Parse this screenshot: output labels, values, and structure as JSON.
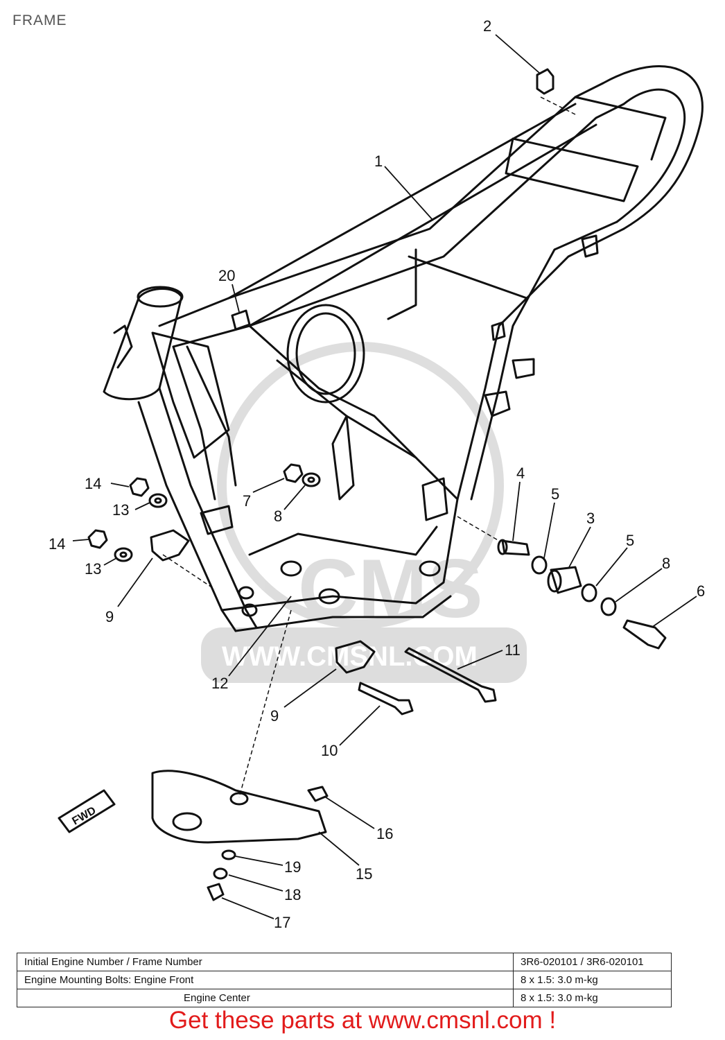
{
  "header": {
    "title": "FRAME"
  },
  "callouts": [
    {
      "num": "2"
    },
    {
      "num": "1"
    },
    {
      "num": "20"
    },
    {
      "num": "4"
    },
    {
      "num": "5"
    },
    {
      "num": "3"
    },
    {
      "num": "5"
    },
    {
      "num": "8"
    },
    {
      "num": "6"
    },
    {
      "num": "14"
    },
    {
      "num": "13"
    },
    {
      "num": "7"
    },
    {
      "num": "8"
    },
    {
      "num": "14"
    },
    {
      "num": "13"
    },
    {
      "num": "9"
    },
    {
      "num": "12"
    },
    {
      "num": "11"
    },
    {
      "num": "9"
    },
    {
      "num": "10"
    },
    {
      "num": "16"
    },
    {
      "num": "15"
    },
    {
      "num": "19"
    },
    {
      "num": "18"
    },
    {
      "num": "17"
    }
  ],
  "fwd_label": "FWD",
  "watermark": {
    "text": "WWW.CMSNL.COM",
    "brand": "CMS"
  },
  "spec_table": {
    "rows": [
      {
        "label": "Initial Engine Number / Frame Number",
        "value": "3R6-020101 / 3R6-020101"
      },
      {
        "label": "Engine Mounting Bolts: Engine Front",
        "value": "8 x 1.5: 3.0 m-kg"
      },
      {
        "label": "Engine Center",
        "value": "8 x 1.5: 3.0 m-kg"
      }
    ]
  },
  "footer": {
    "promo": "Get these parts at www.cmsnl.com !",
    "promo_color": "#e21b1b"
  }
}
